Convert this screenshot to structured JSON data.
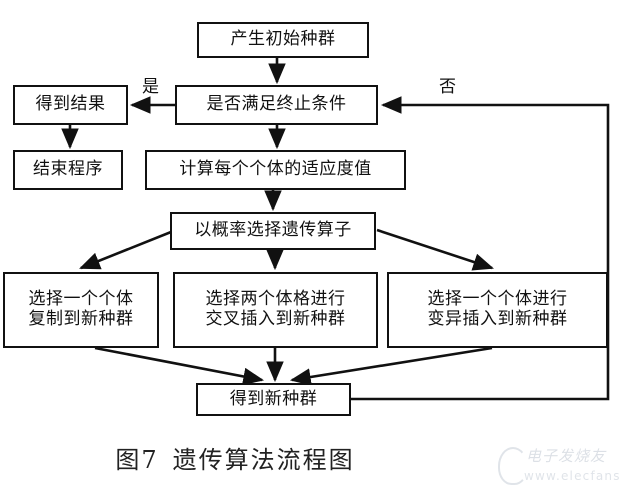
{
  "figure": {
    "caption_number": "图7",
    "caption_text": "遗传算法流程图"
  },
  "nodes": {
    "start": {
      "label": "产生初始种群"
    },
    "condition": {
      "label": "是否满足终止条件"
    },
    "result": {
      "label": "得到结果"
    },
    "end_program": {
      "label": "结束程序"
    },
    "fitness": {
      "label": "计算每个个体的适应度值"
    },
    "select_operator": {
      "label": "以概率选择遗传算子"
    },
    "op_copy": {
      "line1": "选择一个个体",
      "line2": "复制到新种群"
    },
    "op_cross": {
      "line1": "选择两个体格进行",
      "line2": "交叉插入到新种群"
    },
    "op_mutate": {
      "line1": "选择一个个体进行",
      "line2": "变异插入到新种群"
    },
    "new_population": {
      "label": "得到新种群"
    }
  },
  "edge_labels": {
    "yes": "是",
    "no": "否"
  },
  "watermark": {
    "brand": "电子发烧友",
    "url": "www.elecfans.com"
  },
  "colors": {
    "stroke": "#111111",
    "background": "#ffffff",
    "caption": "#222222",
    "watermark": "#9aa7b8"
  }
}
